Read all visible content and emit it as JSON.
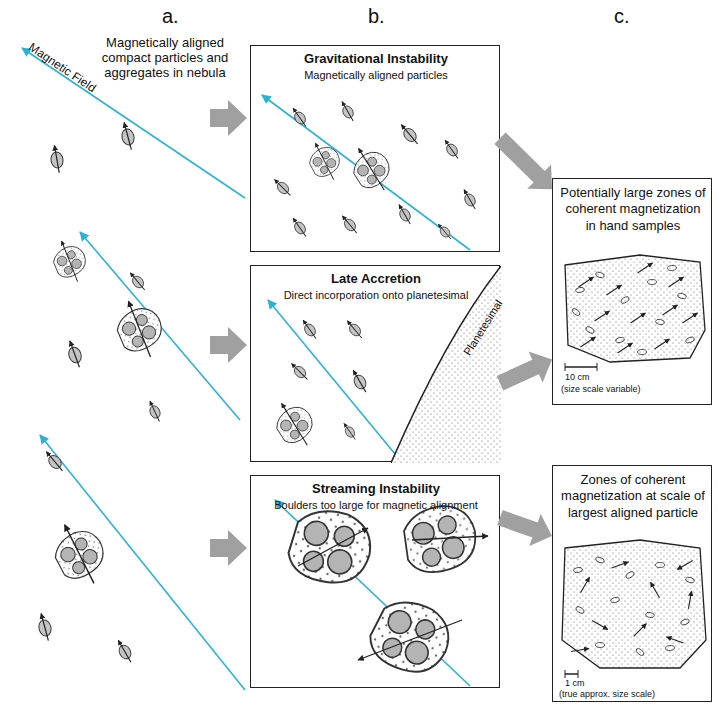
{
  "diagram": {
    "nodes": [
      {
        "text": [
          "Gravitational Instability",
          "Magnetically aligned particles"
        ]
      },
      {
        "text": [
          "Late Accretion",
          "Direct incorporation onto planetesimal"
        ]
      },
      {
        "text": [
          "Planetesimal"
        ],
        "in": 1
      },
      {
        "text": [
          "Streaming Instability",
          "Boulders too large for magnetic alignment"
        ]
      },
      {
        "text": [
          "Potentially large zones of coherent magnetization in hand samples",
          "10 cm",
          "(size scale variable)"
        ]
      },
      {
        "text": [
          "Zones of coherent magnetization at scale of largest aligned particle",
          "1 cm",
          "(true approx. size scale)"
        ]
      }
    ],
    "edges": [
      {
        "from": 0,
        "to": 4,
        "arrow": "to"
      },
      {
        "from": 1,
        "to": 4,
        "arrow": "to"
      },
      {
        "from": 3,
        "to": 5,
        "arrow": "to"
      }
    ],
    "labels": [
      "a.",
      "b.",
      "c.",
      "Magnetically aligned compact particles and aggregates in nebula",
      "Magnetic Field"
    ]
  }
}
